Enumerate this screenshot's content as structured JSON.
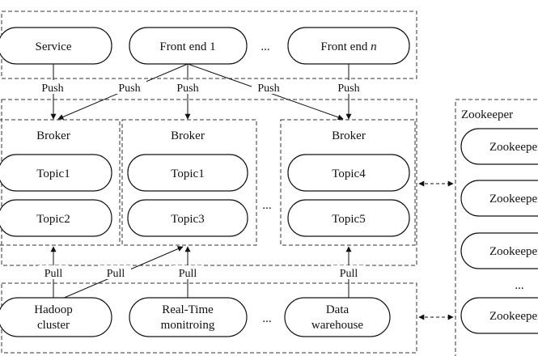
{
  "producers": {
    "service": "Service",
    "frontend1": "Front end 1",
    "ellipsis": "...",
    "frontendn_prefix": "Front end ",
    "frontendn_italic": "n"
  },
  "push_label": "Push",
  "pull_label": "Pull",
  "broker_label": "Broker",
  "brokers": [
    {
      "topics": [
        "Topic1",
        "Topic2"
      ]
    },
    {
      "topics": [
        "Topic1",
        "Topic3"
      ]
    },
    {
      "topics": [
        "Topic4",
        "Topic5"
      ]
    }
  ],
  "broker_ellipsis": "...",
  "consumers": {
    "hadoop_line1": "Hadoop",
    "hadoop_line2": "cluster",
    "realtime_line1": "Real-Time",
    "realtime_line2": "monitroing",
    "ellipsis": "...",
    "warehouse_line1": "Data",
    "warehouse_line2": "warehouse"
  },
  "zookeeper": {
    "group_label": "Zookeeper",
    "node_label": "Zookeeper",
    "ellipsis": "..."
  }
}
